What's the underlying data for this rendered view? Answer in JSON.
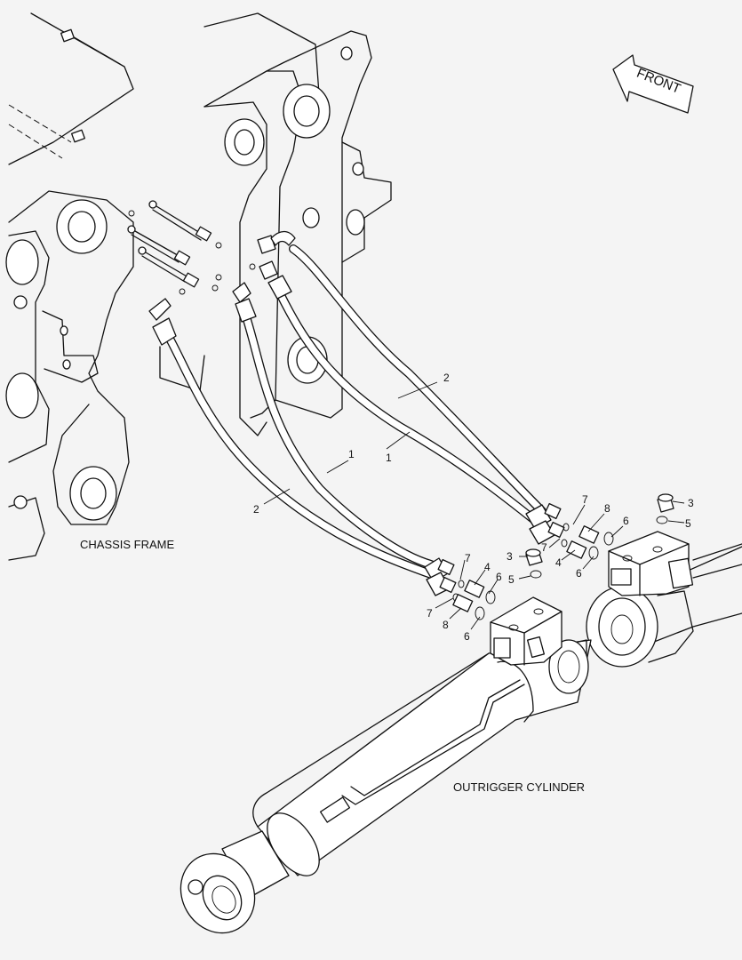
{
  "diagram": {
    "labels": {
      "front": "FRONT",
      "chassis_frame": "CHASSIS FRAME",
      "outrigger_cylinder": "OUTRIGGER CYLINDER"
    },
    "callouts": {
      "hose_2_upper": "2",
      "hose_1_upper": "1",
      "hose_1_lower": "1",
      "hose_2_lower": "2",
      "right_7_top": "7",
      "right_8": "8",
      "right_6_top": "6",
      "right_7_mid": "7",
      "right_4": "4",
      "right_6_bottom": "6",
      "right_3": "3",
      "right_5": "5",
      "left_3": "3",
      "left_5": "5",
      "left_7_top": "7",
      "left_4": "4",
      "left_6_top": "6",
      "left_7_bottom": "7",
      "left_8": "8",
      "left_6_bottom": "6"
    }
  }
}
